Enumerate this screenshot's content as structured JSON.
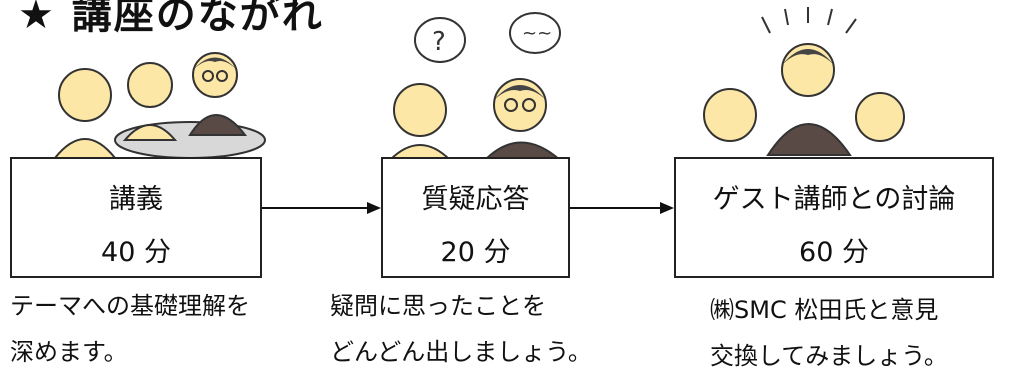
{
  "title": "★ 講座のながれ",
  "steps": [
    {
      "name": "講義",
      "duration": "40 分",
      "desc": [
        "テーマへの基礎理解を",
        "深めます。"
      ]
    },
    {
      "name": "質疑応答",
      "duration": "20 分",
      "desc": [
        "疑問に思ったことを",
        "どんどん出しましょう。"
      ]
    },
    {
      "name": "ゲスト講師との討論",
      "duration": "60 分",
      "desc": [
        "㈱SMC 松田氏と意見",
        "交換してみましょう。"
      ]
    }
  ],
  "bubbles": {
    "question": "?",
    "wave": "~~"
  },
  "colors": {
    "skin": "#fde7a6",
    "suit": "#5a4a45",
    "outline": "#333333"
  }
}
